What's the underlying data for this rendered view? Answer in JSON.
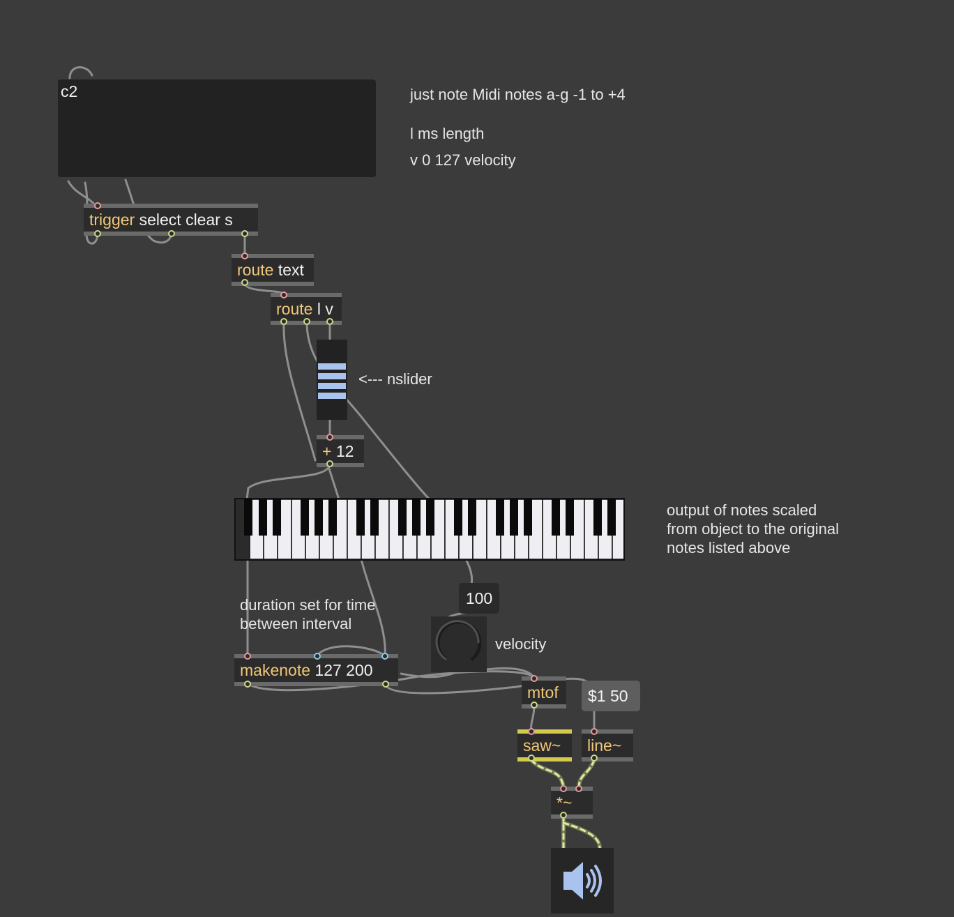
{
  "textedit": {
    "content": "c2"
  },
  "comments": {
    "note_info": "just note  Midi notes a-g -1 to +4",
    "length_info": "l ms length",
    "velocity_info": "v 0 127 velocity",
    "nslider_label": "<--- nslider",
    "output_line1": "output of notes scaled",
    "output_line2": "from object to the original",
    "output_line3": "notes listed above",
    "duration_line1": "duration set for time",
    "duration_line2": "between interval",
    "velocity_label": "velocity"
  },
  "objects": {
    "trigger": {
      "class": "trigger",
      "args": "select clear s"
    },
    "route_text": {
      "class": "route",
      "args": "text"
    },
    "route_lv": {
      "class": "route",
      "args": "l v"
    },
    "plus": {
      "class": "+",
      "args": "12"
    },
    "makenote": {
      "class": "makenote",
      "args": "127 200"
    },
    "mtof": {
      "class": "mtof",
      "args": ""
    },
    "saw": {
      "class": "saw~",
      "args": ""
    },
    "line": {
      "class": "line~",
      "args": ""
    },
    "times": {
      "class": "*~",
      "args": ""
    }
  },
  "messages": {
    "line_msg": "$1 50"
  },
  "number_box": {
    "value": "100"
  },
  "colors": {
    "background": "#3b3b3b",
    "object_class": "#f1c779",
    "signal_cord": "#c9d98c",
    "nslider_bar": "#a9c2ee",
    "dac_icon": "#a9c2ee"
  },
  "icons": {
    "dac": "speaker-icon",
    "dial": "dial-knob"
  }
}
